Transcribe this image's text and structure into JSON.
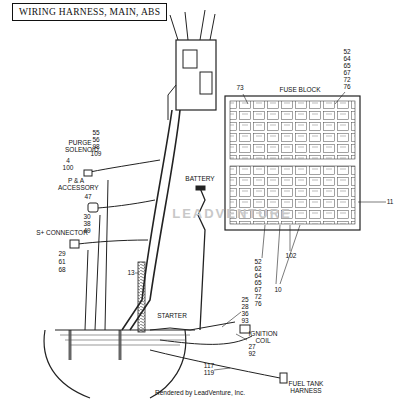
{
  "diagram": {
    "title": "WIRING HARNESS, MAIN, ABS",
    "labels": [
      "PURGE SOLENOID",
      "55",
      "56",
      "98",
      "109",
      "4",
      "100",
      "P & A ACCESSORY",
      "47",
      "30",
      "38",
      "49",
      "S+ CONNECTOR",
      "29",
      "61",
      "68",
      "BATTERY",
      "13",
      "25",
      "28",
      "36",
      "93",
      "STARTER",
      "IGNITION COIL",
      "27",
      "92",
      "117",
      "119",
      "FUEL TANK HARNESS",
      "FUSE BLOCK",
      "73",
      "52",
      "64",
      "65",
      "67",
      "72",
      "76",
      "11",
      "102",
      "52",
      "62",
      "64",
      "65",
      "67",
      "72",
      "76",
      "10",
      "LEADVENTURE",
      "Rendered by LeadVenture, Inc."
    ]
  }
}
